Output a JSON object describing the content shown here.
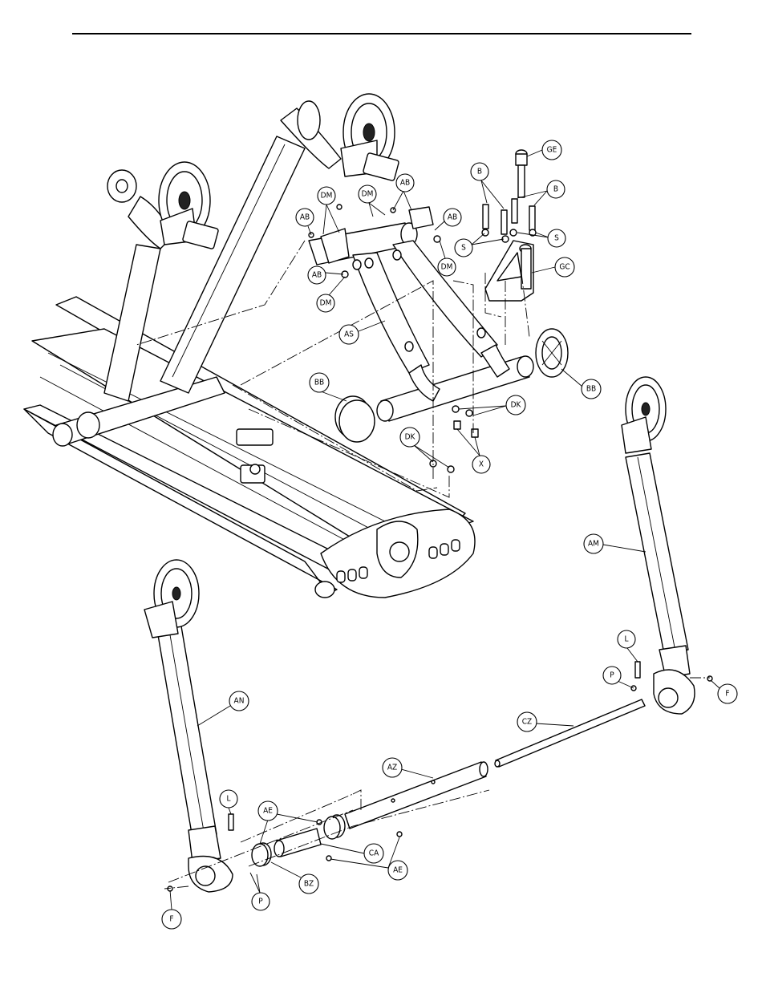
{
  "colors": {
    "line": "#000000",
    "background": "#ffffff"
  },
  "callouts": [
    {
      "id": "ge",
      "label": "GE"
    },
    {
      "id": "b1",
      "label": "B"
    },
    {
      "id": "b2",
      "label": "B"
    },
    {
      "id": "ab1",
      "label": "AB"
    },
    {
      "id": "dm1",
      "label": "DM"
    },
    {
      "id": "dm2",
      "label": "DM"
    },
    {
      "id": "ab2",
      "label": "AB"
    },
    {
      "id": "ab3",
      "label": "AB"
    },
    {
      "id": "s1",
      "label": "S"
    },
    {
      "id": "s2",
      "label": "S"
    },
    {
      "id": "dm3",
      "label": "DM"
    },
    {
      "id": "gc",
      "label": "GC"
    },
    {
      "id": "ab4",
      "label": "AB"
    },
    {
      "id": "dm4",
      "label": "DM"
    },
    {
      "id": "as",
      "label": "AS"
    },
    {
      "id": "bb1",
      "label": "BB"
    },
    {
      "id": "bb2",
      "label": "BB"
    },
    {
      "id": "dk1",
      "label": "DK"
    },
    {
      "id": "dk2",
      "label": "DK"
    },
    {
      "id": "x",
      "label": "X"
    },
    {
      "id": "am",
      "label": "AM"
    },
    {
      "id": "l1",
      "label": "L"
    },
    {
      "id": "p1",
      "label": "P"
    },
    {
      "id": "f1",
      "label": "F"
    },
    {
      "id": "an",
      "label": "AN"
    },
    {
      "id": "cz",
      "label": "CZ"
    },
    {
      "id": "az",
      "label": "AZ"
    },
    {
      "id": "l2",
      "label": "L"
    },
    {
      "id": "ae1",
      "label": "AE"
    },
    {
      "id": "ca",
      "label": "CA"
    },
    {
      "id": "ae2",
      "label": "AE"
    },
    {
      "id": "bz",
      "label": "BZ"
    },
    {
      "id": "p2",
      "label": "P"
    },
    {
      "id": "f2",
      "label": "F"
    }
  ]
}
